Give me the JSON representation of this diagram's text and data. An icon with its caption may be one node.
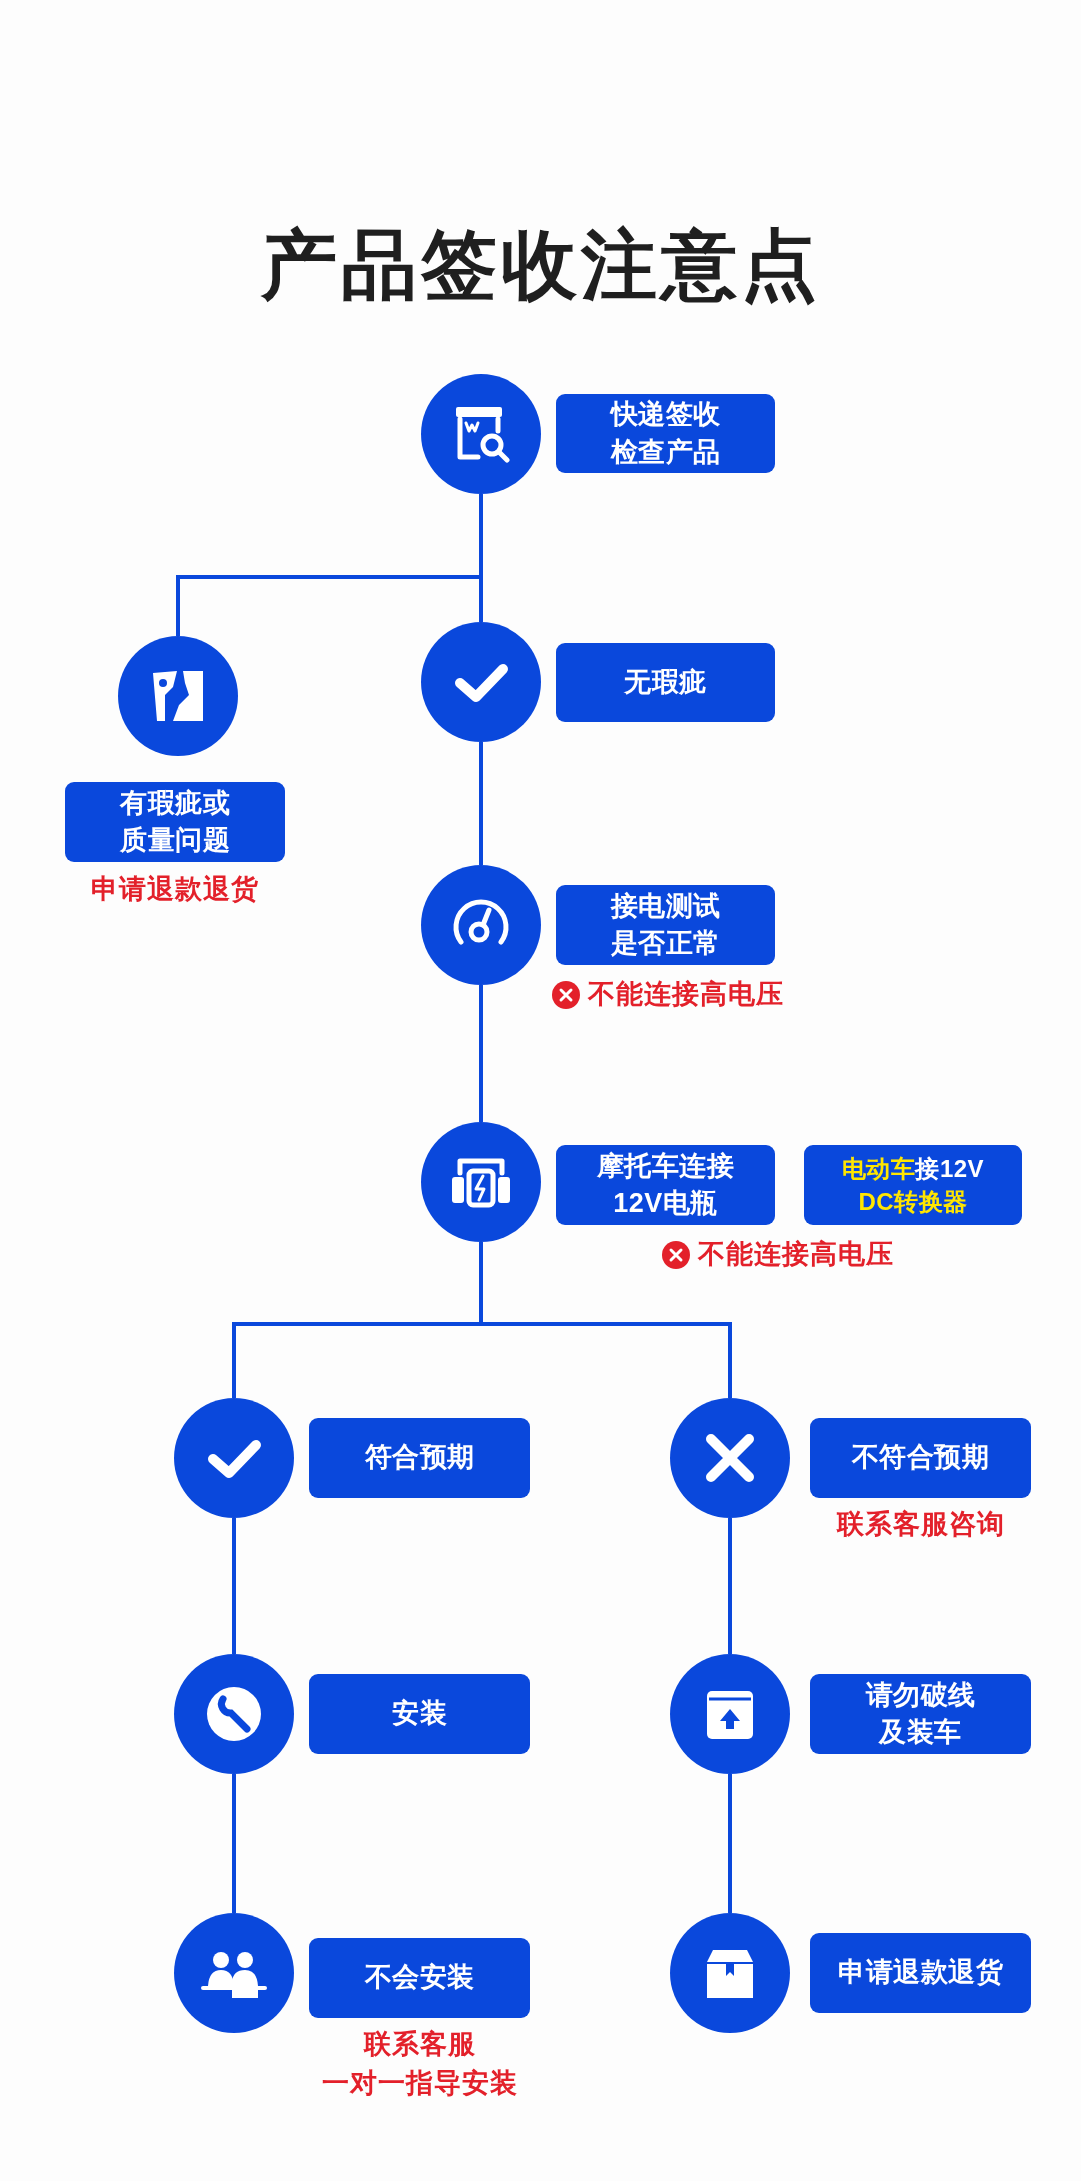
{
  "diagram": {
    "title": "产品签收注意点",
    "nodes": [
      {
        "text": [],
        "shape": "circle"
      },
      {
        "text": [
          "快递签收检查产品"
        ]
      },
      {
        "text": [],
        "shape": "circle"
      },
      {
        "text": [
          "有瑕疵或质量问题"
        ],
        "beside": [
          "申请退款退货"
        ]
      },
      {
        "text": [],
        "shape": "circle"
      },
      {
        "text": [
          "无瑕疵"
        ]
      },
      {
        "text": [],
        "shape": "circle"
      },
      {
        "text": [
          "接电测试是否正常"
        ],
        "beside": [
          "不能连接高电压"
        ]
      },
      {
        "text": [],
        "shape": "circle"
      },
      {
        "text": [
          "摩托车连接12V电瓶"
        ],
        "beside": [
          "不能连接高电压"
        ]
      },
      {
        "text": [
          "**电动车**接12V **DC转换器**"
        ]
      },
      {
        "text": [],
        "shape": "circle"
      },
      {
        "text": [
          "符合预期"
        ]
      },
      {
        "text": [],
        "shape": "circle"
      },
      {
        "text": [
          "不符合预期"
        ],
        "beside": [
          "联系客服咨询"
        ]
      },
      {
        "text": [],
        "shape": "circle"
      },
      {
        "text": [
          "安装"
        ]
      },
      {
        "text": [],
        "shape": "circle"
      },
      {
        "text": [
          "请勿破线及装车"
        ]
      },
      {
        "text": [],
        "shape": "circle"
      },
      {
        "text": [
          "不会安装"
        ],
        "beside": [
          "联系客服",
          "一对一指导安装"
        ]
      },
      {
        "text": [],
        "shape": "circle"
      },
      {
        "text": [
          "申请退款退货"
        ]
      }
    ],
    "edges": [
      {
        "from": 0,
        "to": 2,
        "arrow": "none"
      },
      {
        "from": 0,
        "to": 4,
        "arrow": "none"
      },
      {
        "from": 4,
        "to": 6,
        "arrow": "none"
      },
      {
        "from": 6,
        "to": 8,
        "arrow": "none"
      },
      {
        "from": 8,
        "to": 11,
        "arrow": "none"
      },
      {
        "from": 8,
        "to": 13,
        "arrow": "none"
      },
      {
        "from": 11,
        "to": 15,
        "arrow": "none"
      },
      {
        "from": 15,
        "to": 19,
        "arrow": "none"
      },
      {
        "from": 13,
        "to": 17,
        "arrow": "none"
      },
      {
        "from": 17,
        "to": 21,
        "arrow": "none"
      }
    ]
  }
}
